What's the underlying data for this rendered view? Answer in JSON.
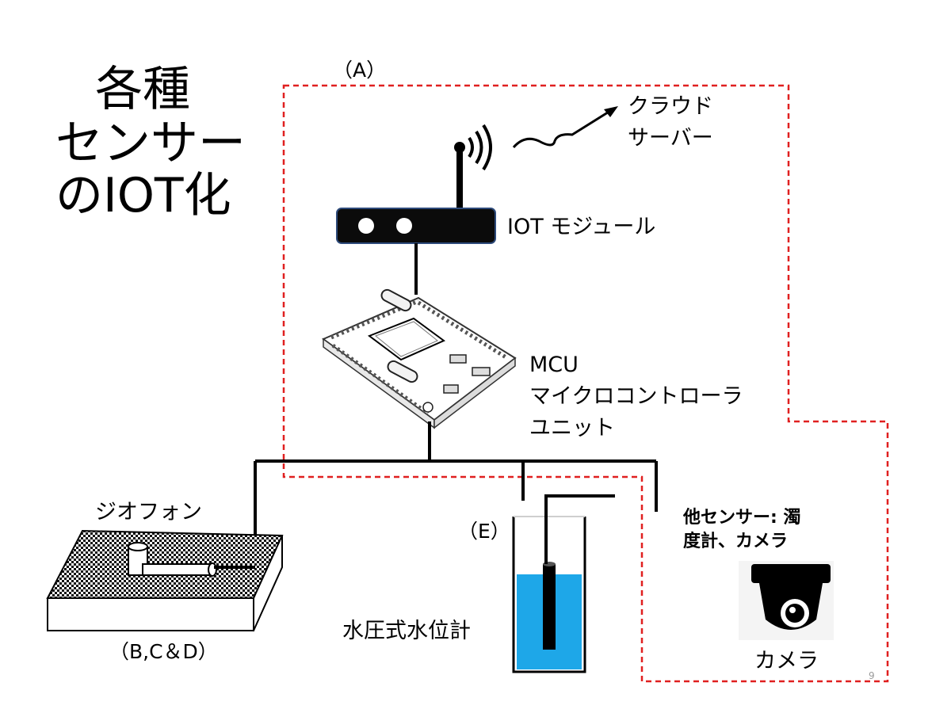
{
  "title": {
    "line1": "各種",
    "line2": "センサー",
    "line3": "のIOT化"
  },
  "labels": {
    "group_a": "（A）",
    "cloud_line1": "クラウド",
    "cloud_line2": "サーバー",
    "iot_module": "IOT モジュール",
    "mcu_line1": "MCU",
    "mcu_line2": "マイクロコントローラ",
    "mcu_line3": "ユニット",
    "geophone": "ジオフォン",
    "geophone_sub": "（B,C＆D）",
    "group_e": "（E）",
    "water_gauge": "水圧式水位計",
    "other_sensors_line1": "他センサー: 濁",
    "other_sensors_line2": "度計、カメラ",
    "camera": "カメラ",
    "page_number": "9"
  },
  "colors": {
    "dashed_border": "#e02020",
    "water": "#1ea7e8",
    "wire": "#000000",
    "router_body": "#0b0b0b"
  },
  "icons": {
    "antenna": "wifi-antenna-icon",
    "router": "iot-module-icon",
    "board": "mcu-board-icon",
    "geophone": "geophone-icon",
    "water_gauge": "water-level-gauge-icon",
    "camera": "dome-camera-icon"
  }
}
